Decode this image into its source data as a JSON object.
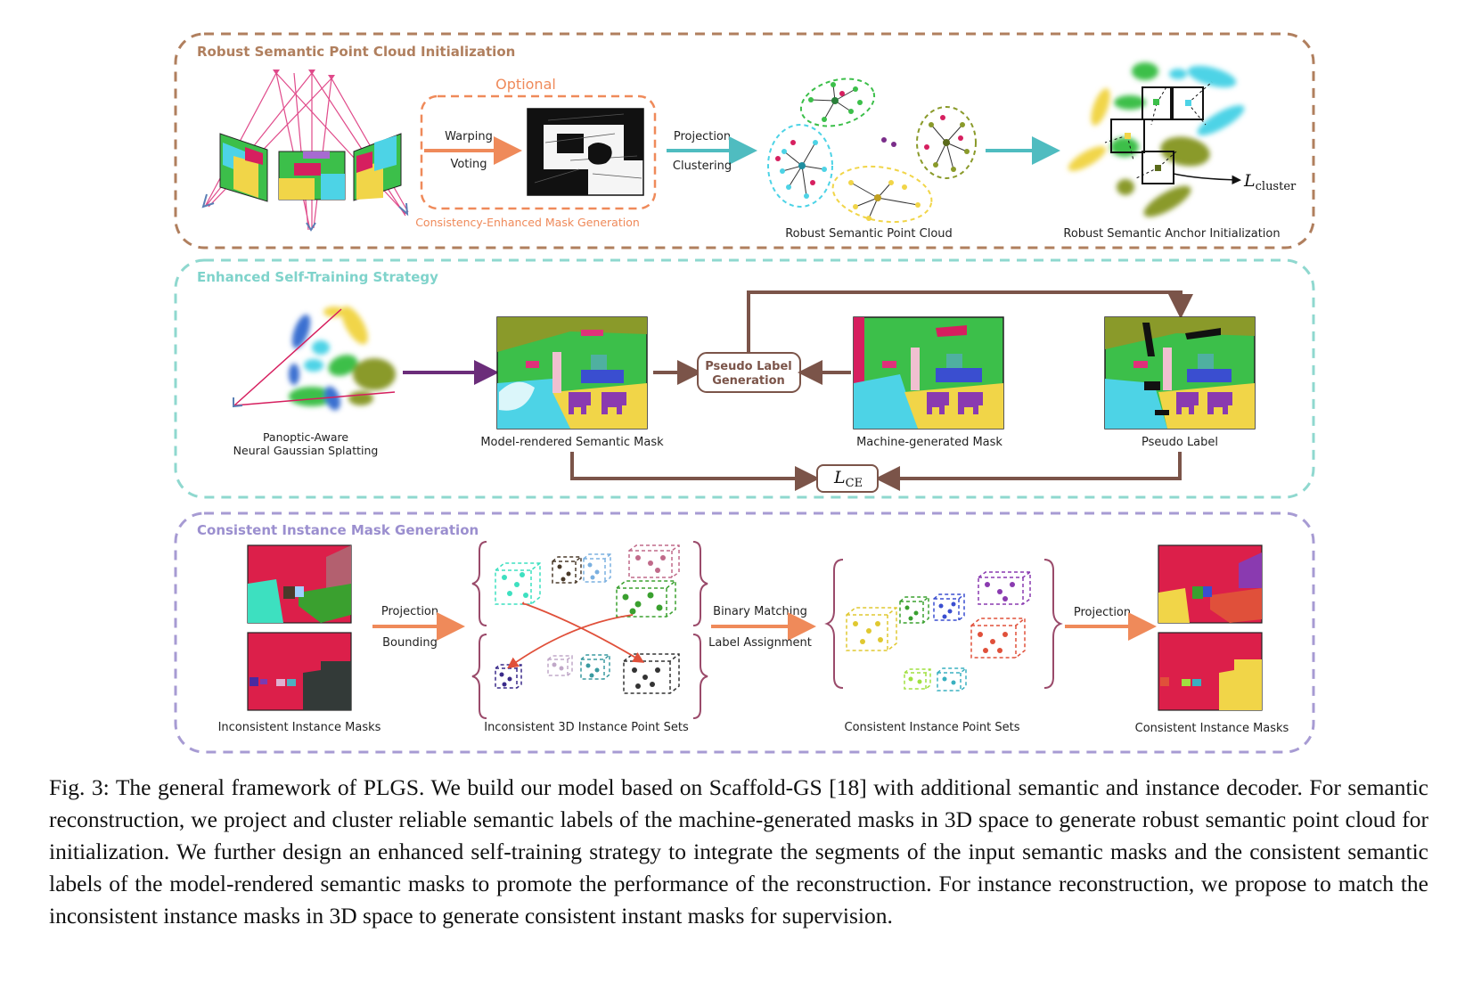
{
  "figure": {
    "sections": {
      "init": {
        "title": "Robust Semantic Point Cloud Initialization",
        "optional": "Optional",
        "warping": "Warping",
        "voting": "Voting",
        "mask_gen": "Consistency-Enhanced Mask Generation",
        "projection": "Projection",
        "clustering": "Clustering",
        "point_cloud": "Robust Semantic Point Cloud",
        "anchor_init": "Robust Semantic Anchor Initialization",
        "loss": "L",
        "loss_sub": "cluster"
      },
      "self_training": {
        "title": "Enhanced Self-Training Strategy",
        "splatting_line1": "Panoptic-Aware",
        "splatting_line2": "Neural Gaussian Splatting",
        "model_mask": "Model-rendered Semantic Mask",
        "pseudo_gen_line1": "Pseudo Label",
        "pseudo_gen_line2": "Generation",
        "machine_mask": "Machine-generated Mask",
        "pseudo_label": "Pseudo Label",
        "loss": "L",
        "loss_sub": "CE"
      },
      "instance": {
        "title": "Consistent Instance Mask Generation",
        "inconsistent_masks": "Inconsistent Instance Masks",
        "projection": "Projection",
        "bounding": "Bounding",
        "inconsistent_sets": "Inconsistent 3D Instance Point Sets",
        "binary_matching": "Binary Matching",
        "label_assignment": "Label Assignment",
        "consistent_sets": "Consistent Instance Point Sets",
        "projection2": "Projection",
        "consistent_masks": "Consistent Instance Masks"
      }
    },
    "colors": {
      "init_border": "#b07f5e",
      "init_title": "#b07f5e",
      "self_border": "#8fd8cf",
      "self_title": "#7fd3cb",
      "inst_border": "#a79bd3",
      "inst_title": "#9b8fcf",
      "orange": "#ef8a5a",
      "teal": "#4fbcc0",
      "brown": "#7b5449",
      "purple": "#6b2d7a"
    }
  },
  "caption": "Fig. 3: The general framework of PLGS. We build our model based on Scaffold-GS [18] with additional semantic and instance decoder. For semantic reconstruction, we project and cluster reliable semantic labels of the machine-generated masks in 3D space to generate robust semantic point cloud for initialization. We further design an enhanced self-training strategy to integrate the segments of the input semantic masks and the consistent semantic labels of the model-rendered semantic masks to promote the performance of the reconstruction. For instance reconstruction, we propose to match the inconsistent instance masks in 3D space to generate consistent instant masks for supervision."
}
